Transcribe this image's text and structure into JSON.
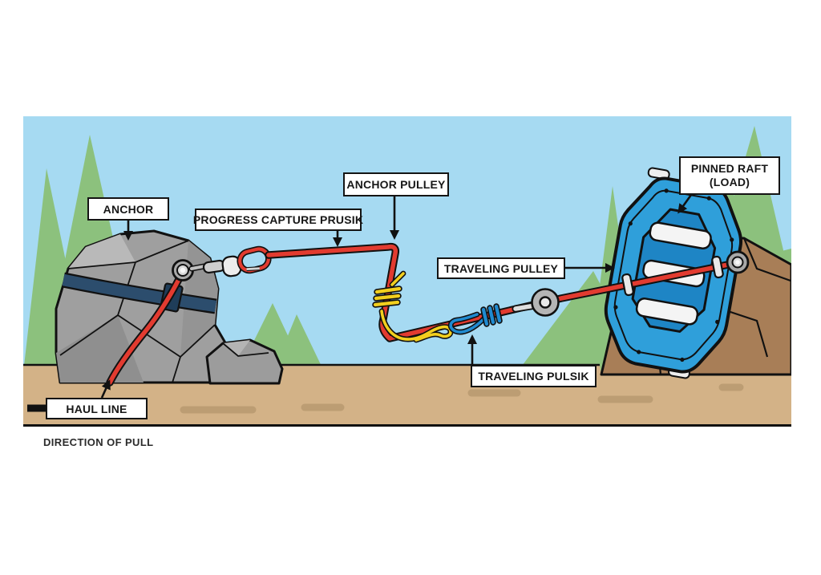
{
  "diagram": {
    "type": "z-drag-raft-rescue-system",
    "labels": {
      "anchor": "ANCHOR",
      "progress_capture_prusik": "PROGRESS CAPTURE PRUSIK",
      "anchor_pulley": "ANCHOR PULLEY",
      "traveling_pulley": "TRAVELING PULLEY",
      "traveling_pulsik": "TRAVELING PULSIK",
      "pinned_raft_line1": "PINNED RAFT",
      "pinned_raft_line2": "(LOAD)",
      "haul_line": "HAUL LINE"
    },
    "caption": {
      "direction_of_pull": "DIRECTION OF PULL"
    },
    "icons": {
      "direction_arrow": "solid-right-arrow",
      "pointer_arrows": "thin-black-arrow"
    },
    "colors": {
      "sky": "#a6daf2",
      "trees": "#8cc17d",
      "ground": "#d3b287",
      "ground_dash": "#bc9d73",
      "boulder_gray": "#9f9f9f",
      "brown_rock": "#a87e57",
      "rope_red": "#e23b30",
      "prusik_yellow": "#f2cf1e",
      "prusik_blue": "#1f8ad0",
      "raft_blue": "#2f9fda",
      "raft_floor_blue": "#1e85c5",
      "strap_navy": "#2c4d6d",
      "label_bg": "#ffffff",
      "label_border": "#141414"
    }
  }
}
